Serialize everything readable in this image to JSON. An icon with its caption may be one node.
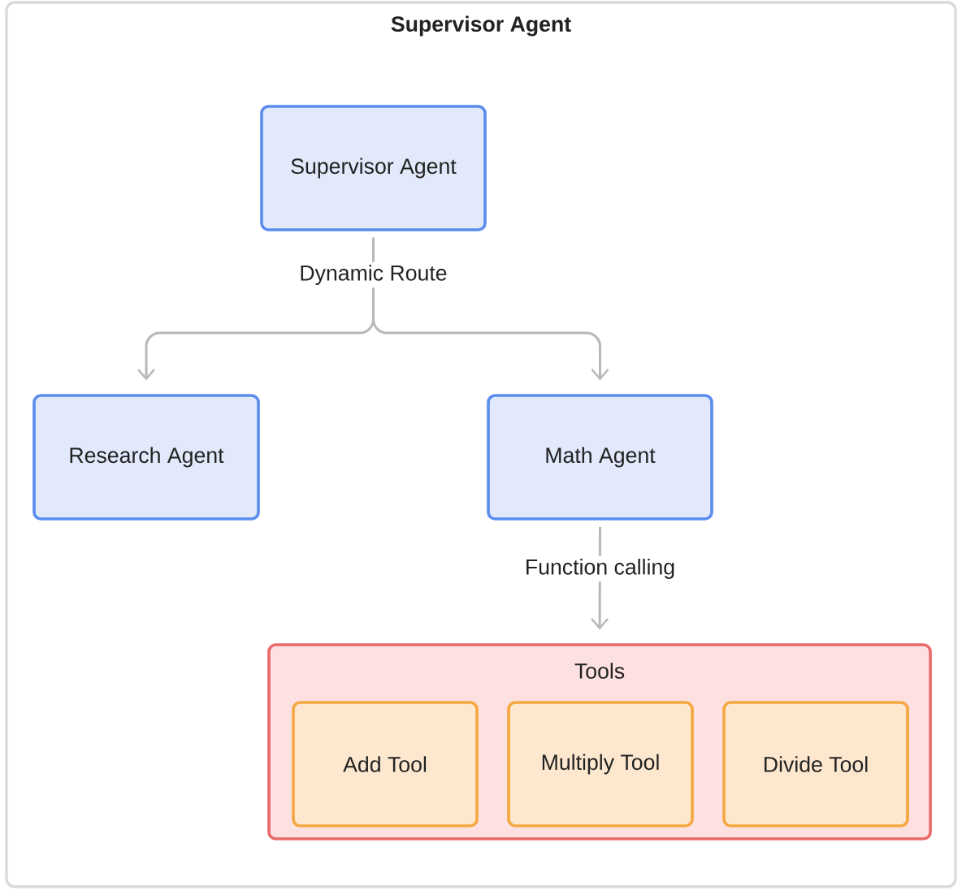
{
  "diagram": {
    "nodes": [
      {
        "text": [
          "Supervisor Agent"
        ]
      },
      {
        "text": [
          "Supervisor Agent"
        ],
        "in": 0
      },
      {
        "text": [
          "Research Agent"
        ],
        "in": 0
      },
      {
        "text": [
          "Math Agent"
        ],
        "in": 0
      },
      {
        "text": [
          "Tools"
        ],
        "in": 0
      },
      {
        "text": [
          "Add Tool"
        ],
        "in": 4
      },
      {
        "text": [
          "Multiply Tool"
        ],
        "in": 4
      },
      {
        "text": [
          "Divide Tool"
        ],
        "in": 4
      }
    ],
    "edges": [
      {
        "from": 1,
        "to": 2,
        "arrow": "to",
        "label": "Dynamic Route"
      },
      {
        "from": 1,
        "to": 3,
        "arrow": "to"
      },
      {
        "from": 3,
        "to": 4,
        "arrow": "to",
        "label": "Function calling"
      }
    ]
  }
}
